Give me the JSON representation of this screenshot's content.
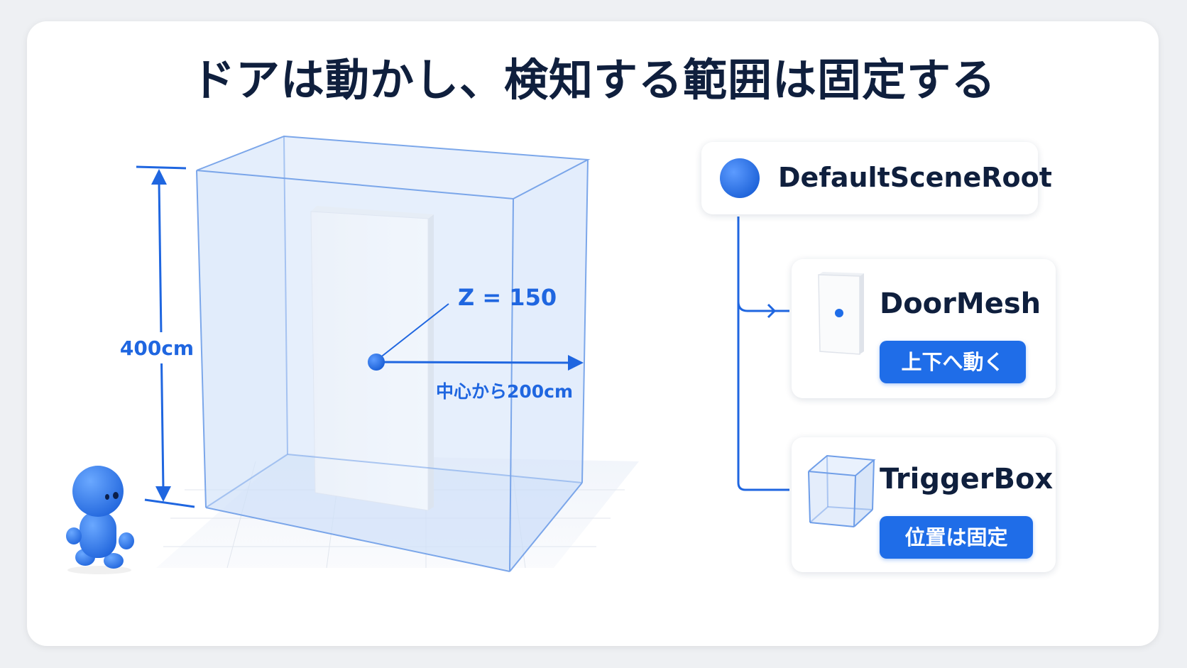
{
  "title": "ドアは動かし、検知する範囲は固定する",
  "left_figure": {
    "height_label": "400cm",
    "z_label": "Z = 150",
    "radius_label": "中心から200cm"
  },
  "hierarchy": {
    "root": {
      "label": "DefaultSceneRoot"
    },
    "children": [
      {
        "label": "DoorMesh",
        "badge": "上下へ動く",
        "icon": "door-icon"
      },
      {
        "label": "TriggerBox",
        "badge": "位置は固定",
        "icon": "box-icon"
      }
    ]
  },
  "colors": {
    "accent": "#1f6de8",
    "title": "#0f1f3d",
    "box_fill": "#dbe8fb",
    "box_edge": "#6f9ee8"
  }
}
